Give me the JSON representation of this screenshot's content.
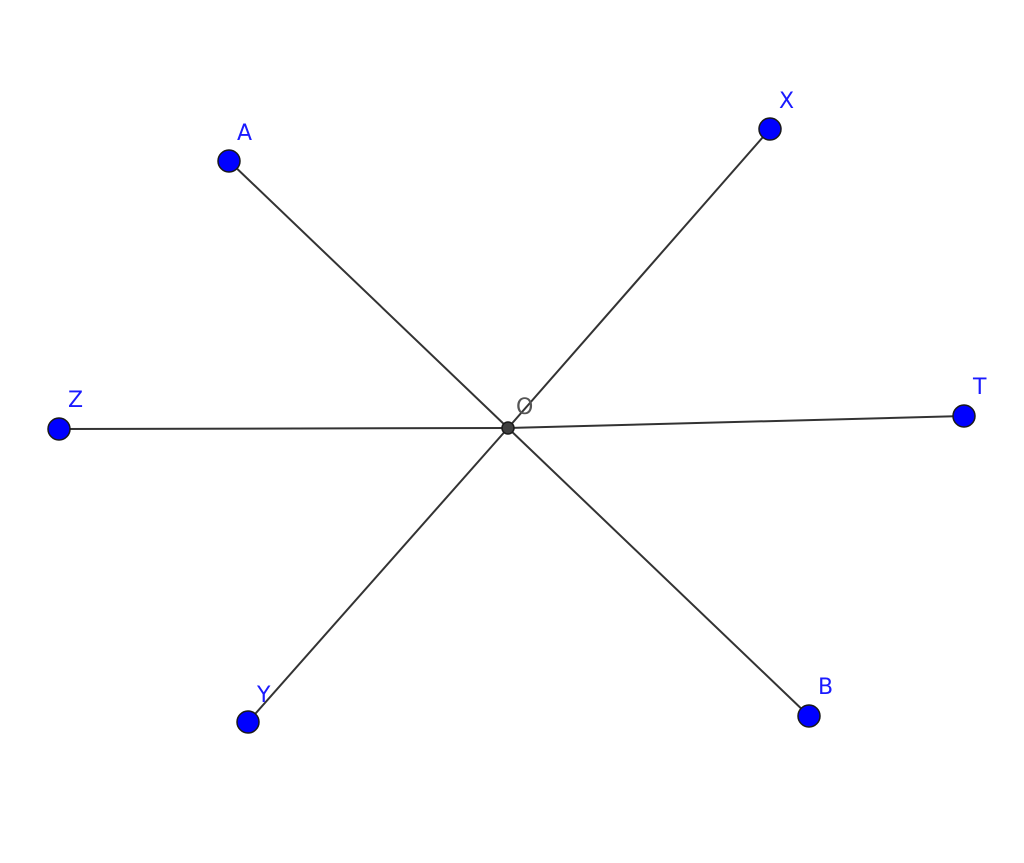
{
  "figure": {
    "center": {
      "label": "O"
    },
    "points": {
      "A": {
        "label": "A"
      },
      "B": {
        "label": "B"
      },
      "X": {
        "label": "X"
      },
      "Y": {
        "label": "Y"
      },
      "Z": {
        "label": "Z"
      },
      "T": {
        "label": "T"
      }
    },
    "segments": [
      "OA",
      "OB",
      "OX",
      "OY",
      "OZ",
      "OT"
    ],
    "colors": {
      "point_fill": "#0000ff",
      "line": "#333333",
      "label": "#1a1aff",
      "center_fill": "#404040"
    }
  }
}
